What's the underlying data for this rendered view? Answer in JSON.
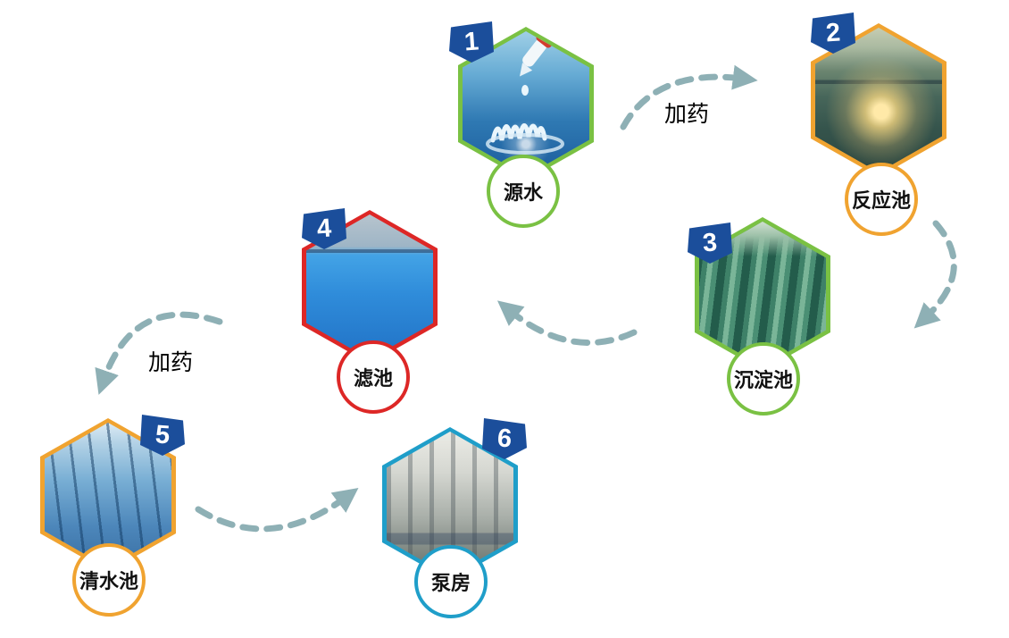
{
  "diagram": {
    "arrow_color": "#8eb0b5",
    "badge_color": "#1b4e9b",
    "background_color": "#ffffff",
    "nodes": [
      {
        "number": "1",
        "label": "源水",
        "border_color": "#7ac143",
        "photo": "water-drop-splash"
      },
      {
        "number": "2",
        "label": "反应池",
        "border_color": "#f0a330",
        "photo": "reaction-basin-sunset"
      },
      {
        "number": "3",
        "label": "沉淀池",
        "border_color": "#7ac143",
        "photo": "sedimentation-basin-rows"
      },
      {
        "number": "4",
        "label": "滤池",
        "border_color": "#dd2726",
        "photo": "indoor-filter-basin"
      },
      {
        "number": "5",
        "label": "清水池",
        "border_color": "#f0a330",
        "photo": "clear-water-basin-rows"
      },
      {
        "number": "6",
        "label": "泵房",
        "border_color": "#1f9ec9",
        "photo": "pump-room-pipes"
      }
    ],
    "edges": [
      {
        "from": "1",
        "to": "2",
        "label": "加药"
      },
      {
        "from": "2",
        "to": "3",
        "label": ""
      },
      {
        "from": "3",
        "to": "4",
        "label": ""
      },
      {
        "from": "4",
        "to": "5",
        "label": "加药"
      },
      {
        "from": "5",
        "to": "6",
        "label": ""
      }
    ]
  }
}
